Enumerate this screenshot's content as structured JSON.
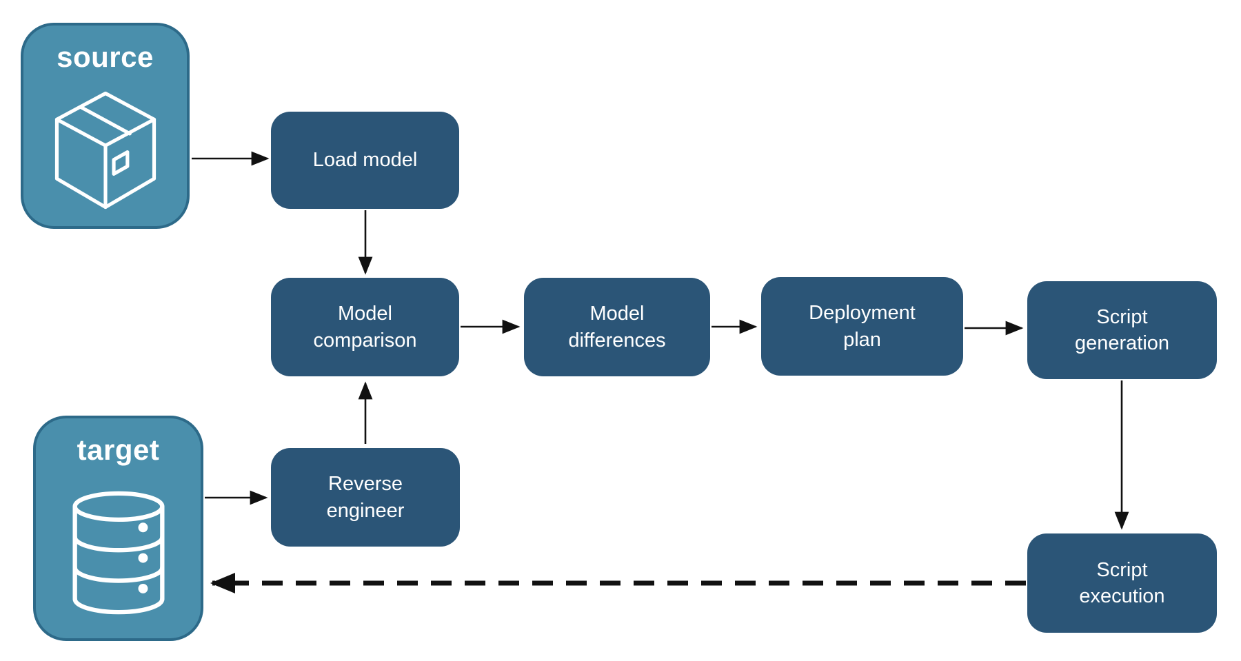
{
  "diagram": {
    "nodes": {
      "source": {
        "label": "source",
        "icon": "package-icon"
      },
      "target": {
        "label": "target",
        "icon": "database-icon"
      },
      "load_model": {
        "label": "Load model"
      },
      "model_comparison": {
        "label": "Model\ncomparison"
      },
      "model_differences": {
        "label": "Model\ndifferences"
      },
      "deployment_plan": {
        "label": "Deployment\nplan"
      },
      "script_generation": {
        "label": "Script\ngeneration"
      },
      "reverse_engineer": {
        "label": "Reverse\nengineer"
      },
      "script_execution": {
        "label": "Script\nexecution"
      }
    },
    "edges": [
      {
        "from": "source",
        "to": "load_model",
        "style": "solid"
      },
      {
        "from": "load_model",
        "to": "model_comparison",
        "style": "solid"
      },
      {
        "from": "target",
        "to": "reverse_engineer",
        "style": "solid"
      },
      {
        "from": "reverse_engineer",
        "to": "model_comparison",
        "style": "solid"
      },
      {
        "from": "model_comparison",
        "to": "model_differences",
        "style": "solid"
      },
      {
        "from": "model_differences",
        "to": "deployment_plan",
        "style": "solid"
      },
      {
        "from": "deployment_plan",
        "to": "script_generation",
        "style": "solid"
      },
      {
        "from": "script_generation",
        "to": "script_execution",
        "style": "solid"
      },
      {
        "from": "script_execution",
        "to": "target",
        "style": "dashed"
      }
    ],
    "colors": {
      "endpoint_fill": "#4a8fac",
      "endpoint_border": "#2d6a89",
      "process_fill": "#2b5577",
      "label_text": "#ffffff",
      "arrow": "#111111",
      "background": "#ffffff"
    }
  }
}
